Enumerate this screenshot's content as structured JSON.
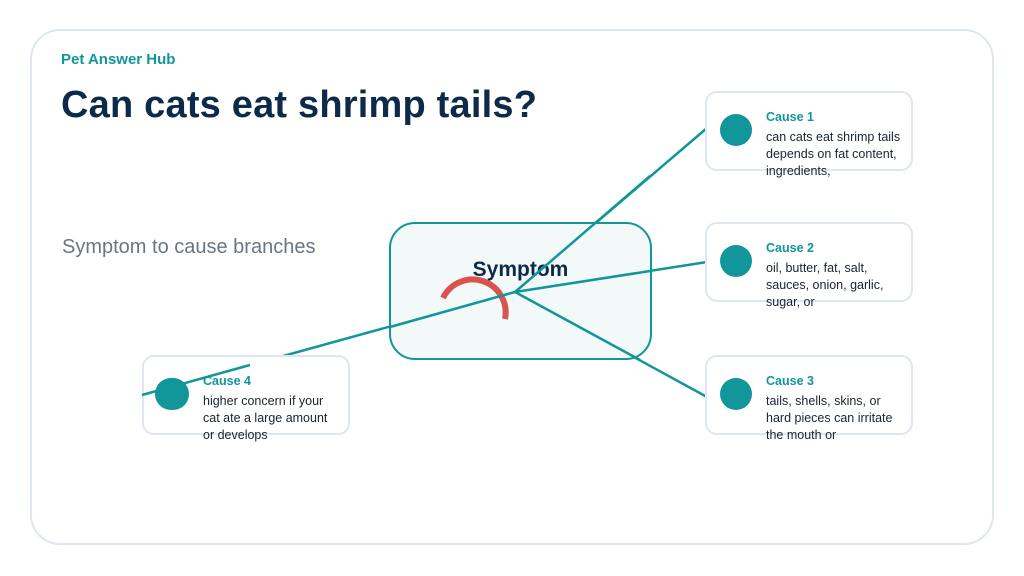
{
  "header": {
    "brand": "Pet Answer Hub",
    "title": "Can cats eat shrimp tails?",
    "subtitle": "Symptom to cause branches"
  },
  "diagram": {
    "hub_label": "Symptom",
    "causes": [
      {
        "title": "Cause 1",
        "text": "can cats eat shrimp tails depends on fat content, ingredients,"
      },
      {
        "title": "Cause 2",
        "text": "oil, butter, fat, salt, sauces, onion, garlic, sugar, or"
      },
      {
        "title": "Cause 3",
        "text": "tails, shells, skins, or hard pieces can irritate the mouth or"
      },
      {
        "title": "Cause 4",
        "text": "higher concern if your cat ate a large amount or develops"
      }
    ]
  },
  "colors": {
    "accent": "#11969a",
    "title": "#0d2a4a",
    "warning_arc": "#d9534f",
    "border": "#dfe7ee"
  }
}
